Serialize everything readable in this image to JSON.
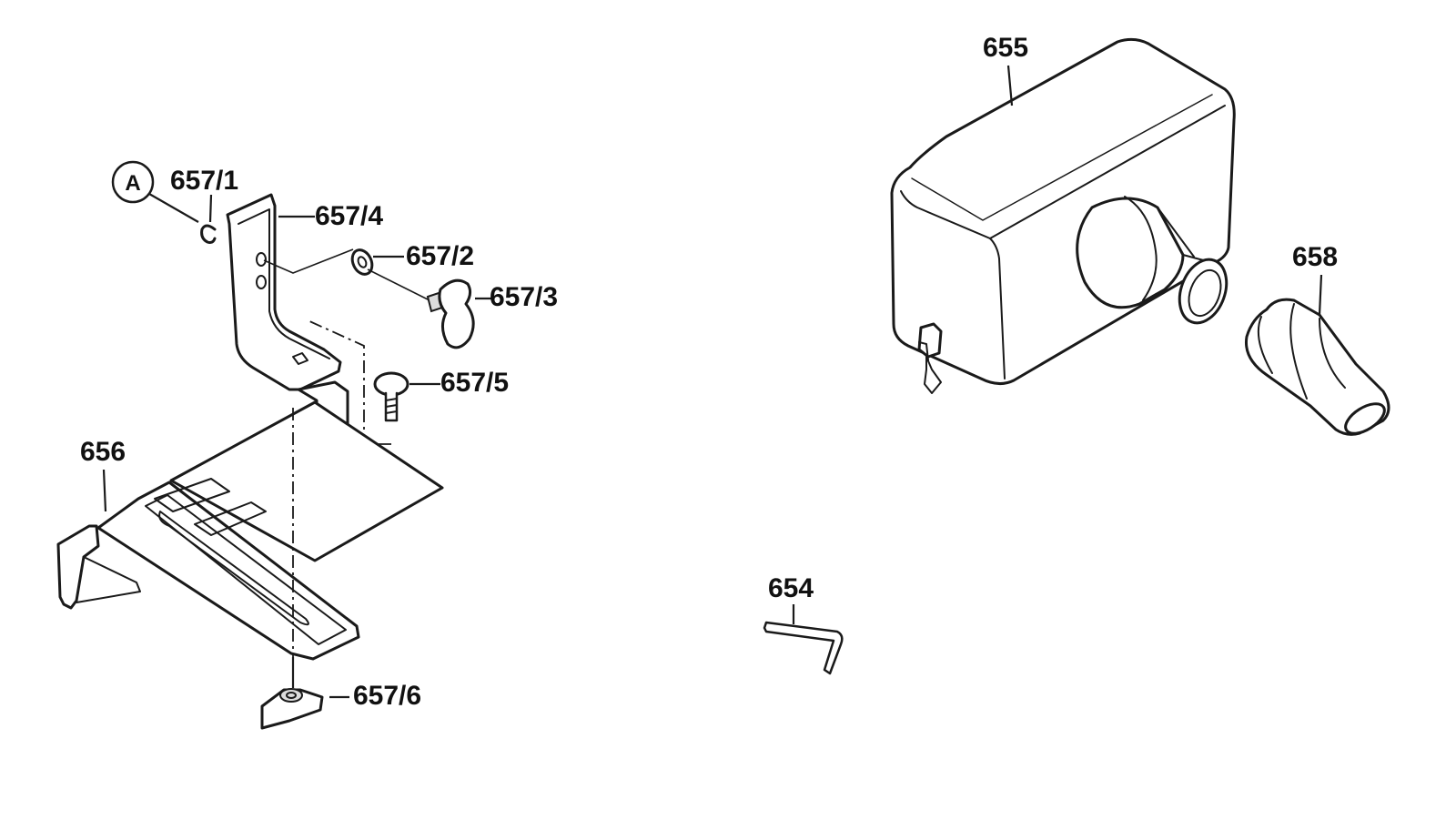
{
  "callout": {
    "letter": "A"
  },
  "labels": {
    "p657_1": "657/1",
    "p657_4": "657/4",
    "p657_2": "657/2",
    "p657_3": "657/3",
    "p657_5": "657/5",
    "p656": "656",
    "p657_6": "657/6",
    "p655": "655",
    "p658": "658",
    "p654": "654"
  }
}
